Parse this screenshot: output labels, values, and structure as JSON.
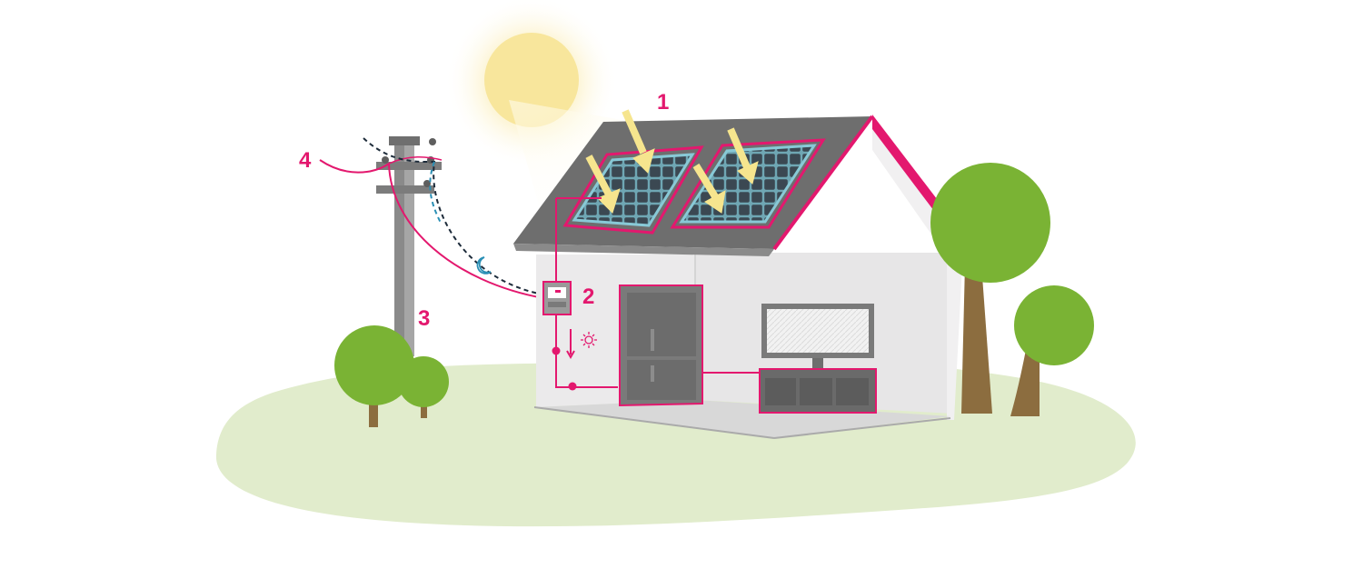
{
  "colors": {
    "accent": "#e3186e",
    "ground": "#e1eccc",
    "sun": "#f8e7a0",
    "tree_green": "#7ab334",
    "trunk": "#8c6d3f",
    "wall": "#e7e6e7",
    "roof": "#6b6b6b",
    "panel": "#3f4d57",
    "panel_frame": "#88c9d6",
    "night_line": "#1d2b3a",
    "moon": "#2a8fb5"
  },
  "icons": {
    "moon": "moon-icon",
    "sun_small": "sun-icon",
    "arrow": "sunlight-arrow-icon"
  },
  "callouts": [
    {
      "id": "1",
      "label": "1"
    },
    {
      "id": "2",
      "label": "2"
    },
    {
      "id": "3",
      "label": "3"
    },
    {
      "id": "4",
      "label": "4"
    }
  ]
}
